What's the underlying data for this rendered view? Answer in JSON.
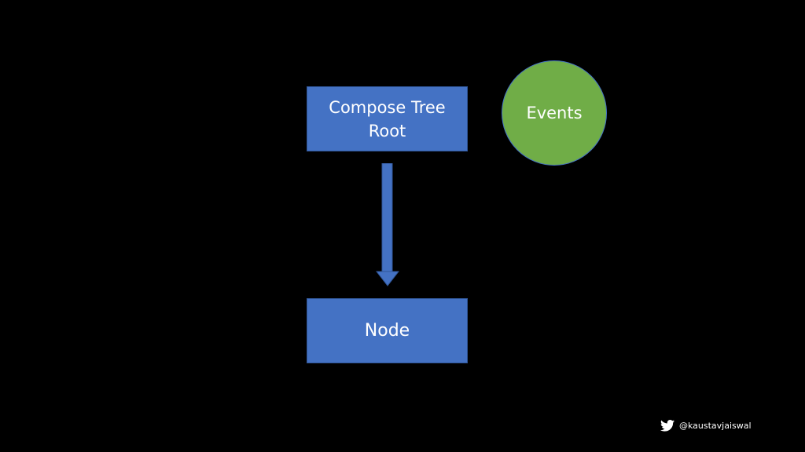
{
  "diagram": {
    "root_node": {
      "line1": "Compose Tree",
      "line2": "Root"
    },
    "child_node": {
      "label": "Node"
    },
    "events": {
      "label": "Events"
    }
  },
  "footer": {
    "icon": "twitter-bird-icon",
    "handle": "@kaustavjaiswal"
  },
  "colors": {
    "background": "#000000",
    "node_fill": "#4472c4",
    "events_fill": "#70ad47",
    "text": "#ffffff"
  }
}
